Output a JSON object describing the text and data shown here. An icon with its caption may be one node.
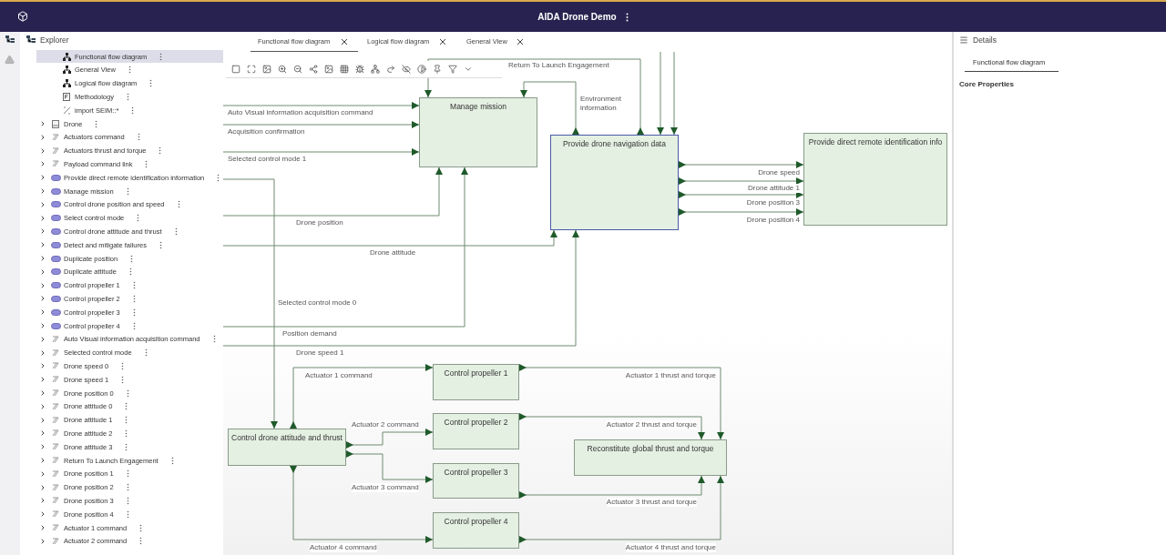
{
  "diagram": {
    "title": "AIDA Drone Demo",
    "nodes": [
      {
        "text": [
          "Manage mission"
        ]
      },
      {
        "text": [
          "Provide drone navigation data"
        ]
      },
      {
        "text": [
          "Provide direct remote identification info"
        ]
      },
      {
        "text": [
          "Control drone attitude and thrust"
        ]
      },
      {
        "text": [
          "Control propeller 1"
        ]
      },
      {
        "text": [
          "Control propeller 2"
        ]
      },
      {
        "text": [
          "Control propeller 3"
        ]
      },
      {
        "text": [
          "Control propeller 4"
        ]
      },
      {
        "text": [
          "Reconstitute global thrust and torque"
        ]
      }
    ],
    "edges": [
      {
        "from": 1,
        "to": 0,
        "arrow": "to",
        "label": "Return To Launch Engagement"
      },
      {
        "from": 1,
        "to": 0,
        "arrow": "to",
        "label": "Environment information"
      },
      {
        "from": null,
        "to": 0,
        "arrow": "to",
        "label": "Auto Visual information acquisition command"
      },
      {
        "from": null,
        "to": 0,
        "arrow": "to",
        "label": "Acquisition confirmation"
      },
      {
        "from": null,
        "to": 0,
        "arrow": "to",
        "label": "Selected control mode 1"
      },
      {
        "from": null,
        "to": 3,
        "arrow": "to",
        "label": "Selected control mode 0"
      },
      {
        "from": null,
        "to": 0,
        "arrow": "to",
        "label": "Drone position"
      },
      {
        "from": null,
        "to": 1,
        "arrow": "to",
        "label": "Drone attitude"
      },
      {
        "from": null,
        "to": 0,
        "arrow": "to",
        "label": "Position demand"
      },
      {
        "from": null,
        "to": 1,
        "arrow": "to",
        "label": "Drone speed 1"
      },
      {
        "from": null,
        "to": 1,
        "arrow": "to"
      },
      {
        "from": null,
        "to": 1,
        "arrow": "to"
      },
      {
        "from": 1,
        "to": 2,
        "arrow": "to",
        "label": "Drone speed"
      },
      {
        "from": 1,
        "to": 2,
        "arrow": "to",
        "label": "Drone attitude 1"
      },
      {
        "from": 1,
        "to": 2,
        "arrow": "to",
        "label": "Drone position 3"
      },
      {
        "from": 1,
        "to": 2,
        "arrow": "to",
        "label": "Drone position 4"
      },
      {
        "from": 3,
        "to": 4,
        "arrow": "to",
        "label": "Actuator 1 command"
      },
      {
        "from": 3,
        "to": 5,
        "arrow": "to",
        "label": "Actuator 2 command"
      },
      {
        "from": 3,
        "to": 6,
        "arrow": "to",
        "label": "Actuator 3 command"
      },
      {
        "from": 3,
        "to": 7,
        "arrow": "to",
        "label": "Actuator 4 command"
      },
      {
        "from": 4,
        "to": 8,
        "arrow": "to",
        "label": "Actuator 1 thrust and torque"
      },
      {
        "from": 5,
        "to": 8,
        "arrow": "to",
        "label": "Actuator 2 thrust and torque"
      },
      {
        "from": 6,
        "to": 8,
        "arrow": "to",
        "label": "Actuator 3 thrust and torque"
      },
      {
        "from": 7,
        "to": 8,
        "arrow": "to",
        "label": "Actuator 4 thrust and torque"
      }
    ],
    "labels": [
      "Explorer",
      "Functional flow diagram",
      "Logical flow diagram",
      "General View",
      "Details",
      "Functional flow diagram",
      "Core Properties",
      "Functional flow diagram",
      "General View",
      "Logical flow diagram",
      "Methodology",
      "import SEIM::*",
      "Drone",
      "Actuators command",
      "Actuators thrust and torque",
      "Payload command link",
      "Provide direct remote identification information",
      "Manage mission",
      "Control drone position and speed",
      "Select control mode",
      "Control drone attitude and thrust",
      "Detect and mitigate failures",
      "Duplicate position",
      "Duplicate attitude",
      "Control propeller 1",
      "Control propeller 2",
      "Control propeller 3",
      "Control propeller 4",
      "Auto Visual information acquisition command",
      "Selected control mode",
      "Drone speed 0",
      "Drone speed 1",
      "Drone position 0",
      "Drone attitude 0",
      "Drone attitude 1",
      "Drone attitude 2",
      "Drone attitude 3",
      "Return To Launch Engagement",
      "Drone position 1",
      "Drone position 2",
      "Drone position 3",
      "Drone position 4",
      "Actuator 1 command",
      "Actuator 2 command"
    ]
  }
}
